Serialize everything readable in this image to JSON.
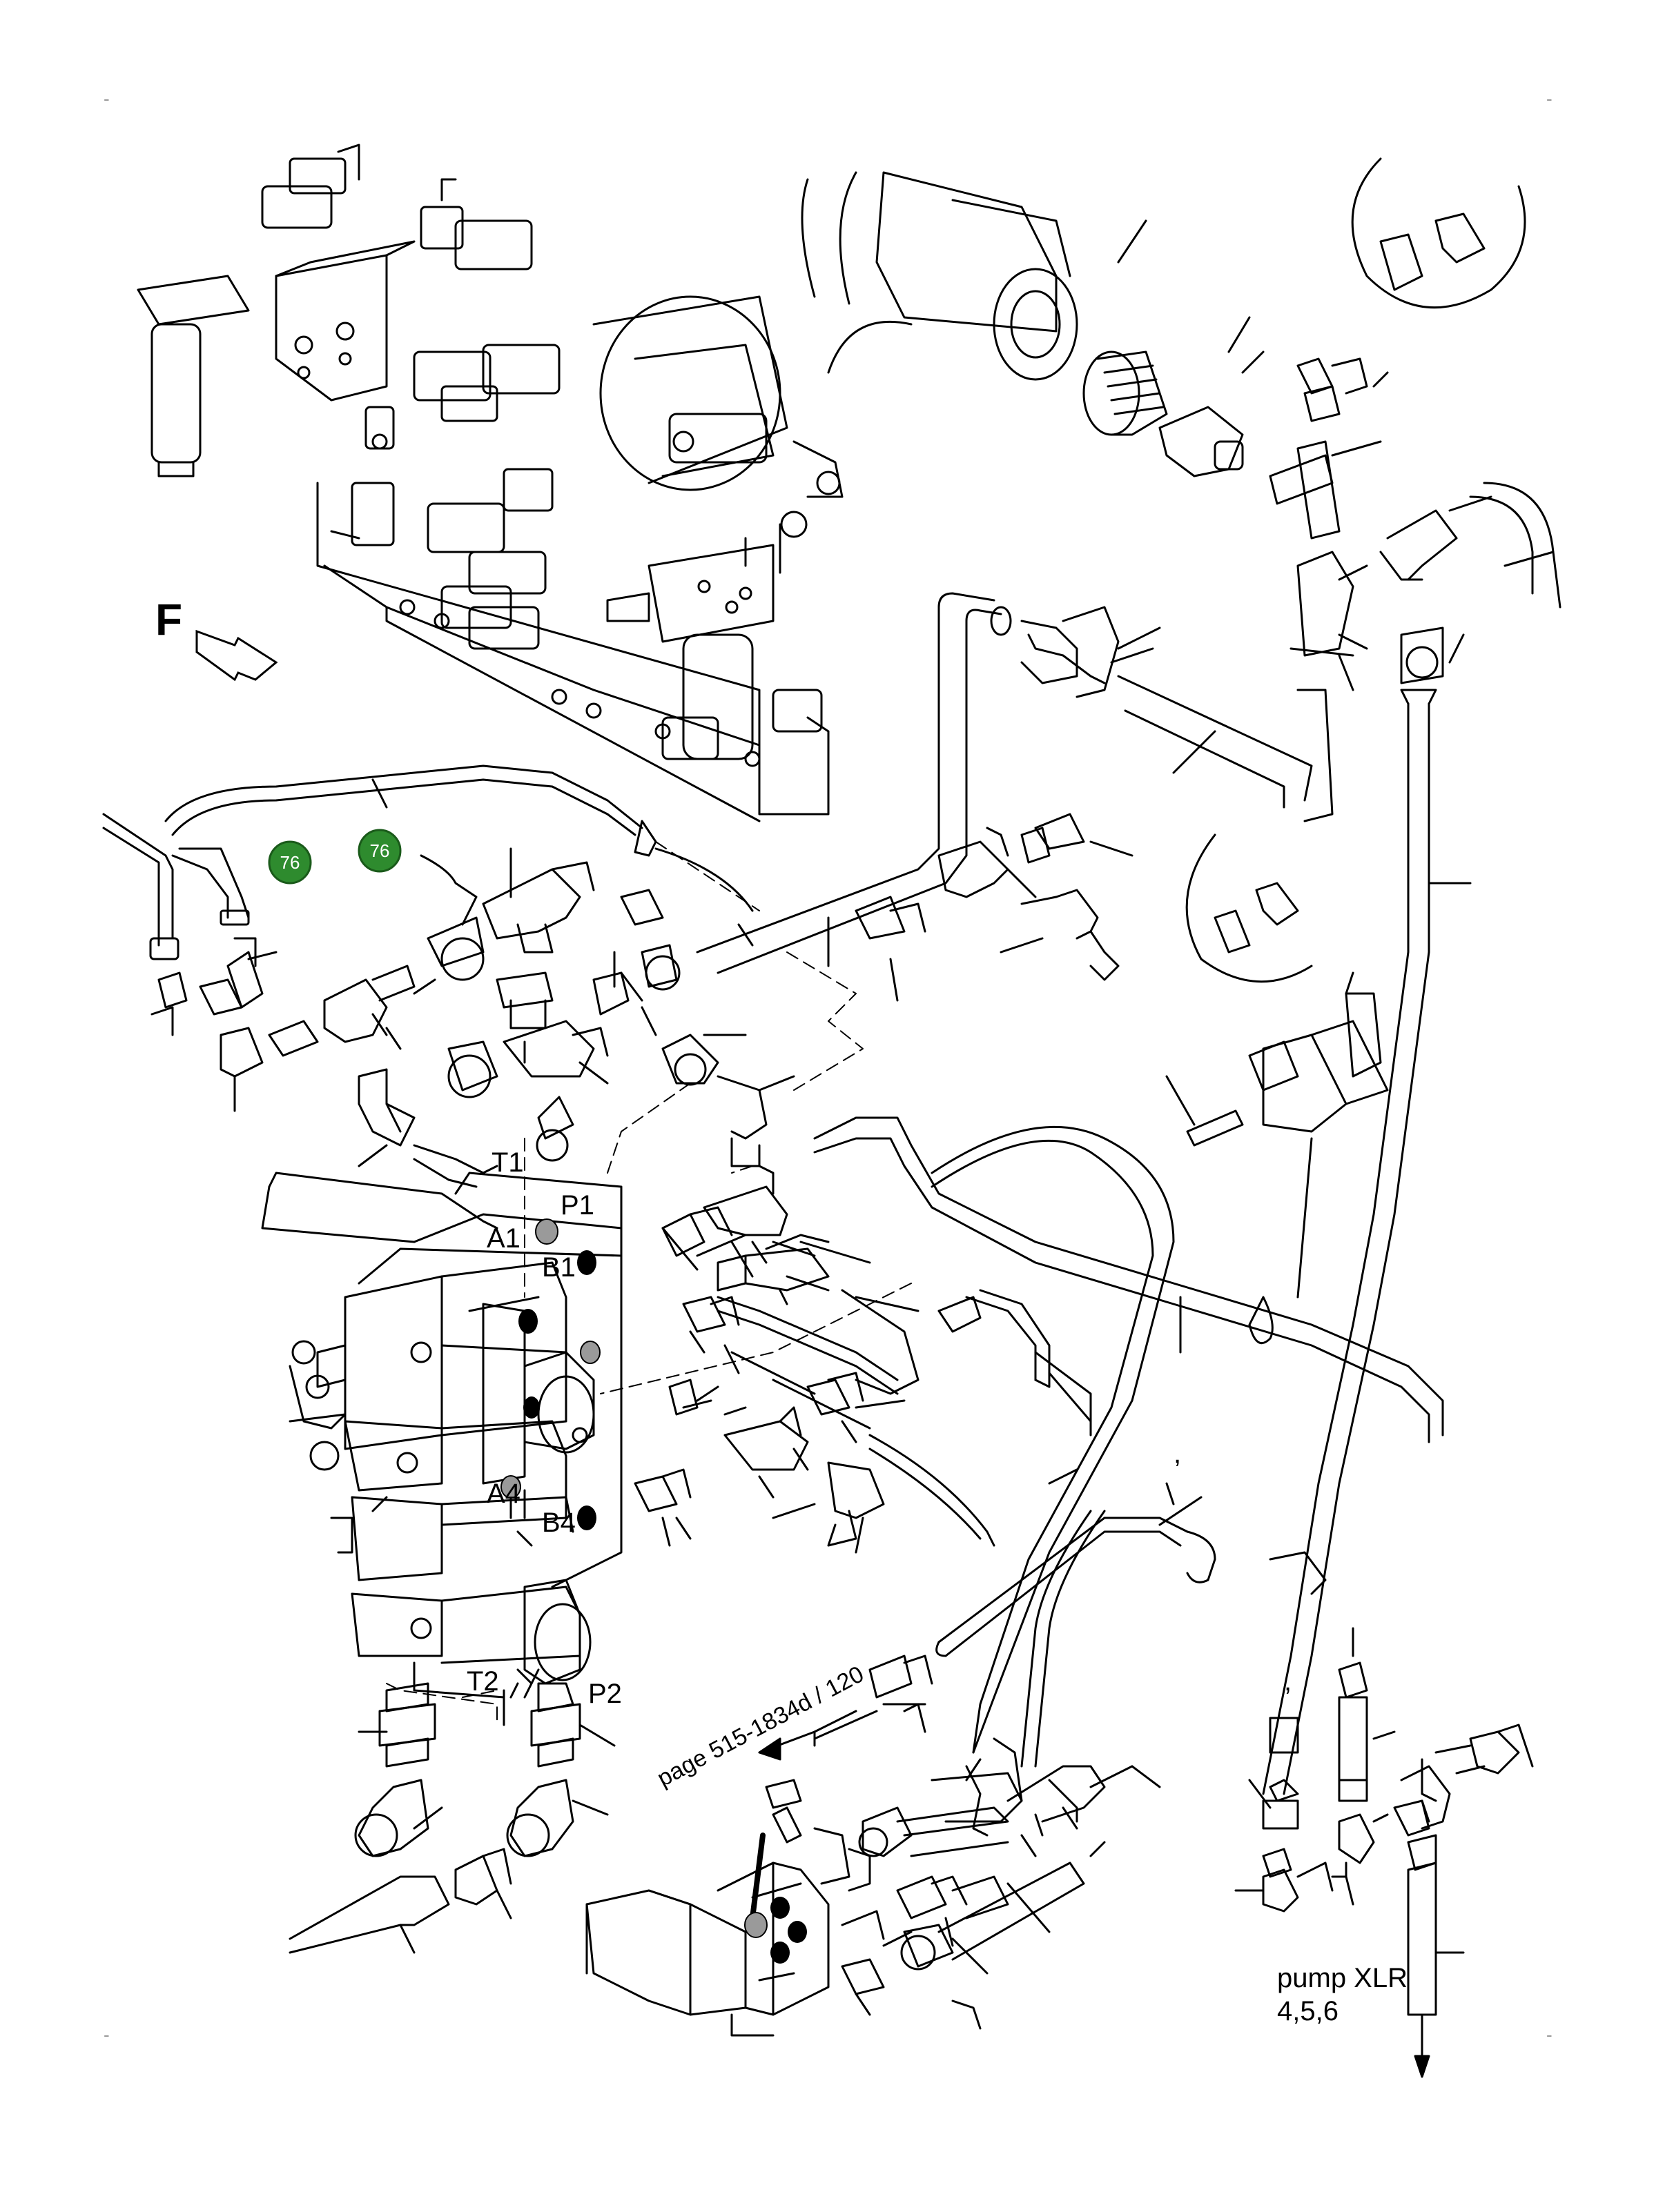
{
  "diagram": {
    "direction_label": "F",
    "callouts": [
      {
        "id": "callout-76-left",
        "text": "76"
      },
      {
        "id": "callout-76-right",
        "text": "76"
      }
    ],
    "port_labels": {
      "t1": "T1",
      "p1": "P1",
      "a1": "A1",
      "b1": "B1",
      "a4": "A4",
      "b4": "B4",
      "t2": "T2",
      "p2": "P2"
    },
    "page_reference": "page 515-1834d / 120",
    "pump_note_line1": "pump XLR",
    "pump_note_line2": "4,5,6",
    "comma_mark_1": ",",
    "comma_mark_2": ",",
    "crop_mark": "-",
    "colors": {
      "line": "#000000",
      "badge_fill": "#2e8b2e",
      "port_grey": "#9a9a9a",
      "background": "#ffffff"
    }
  }
}
